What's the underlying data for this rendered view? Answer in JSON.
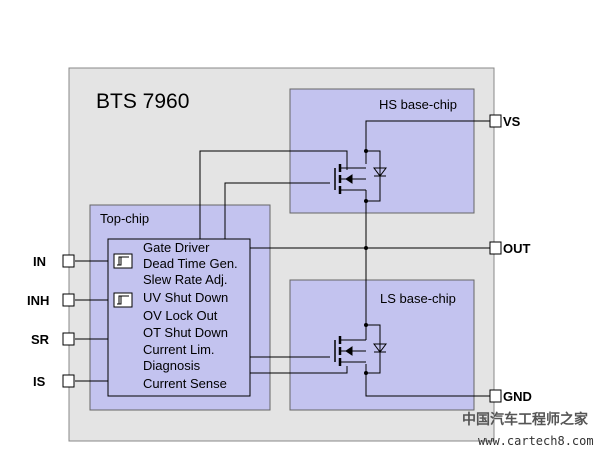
{
  "chip": {
    "title": "BTS 7960",
    "top_chip_label": "Top-chip",
    "hs_label": "HS base-chip",
    "ls_label": "LS base-chip"
  },
  "pins": {
    "left": [
      "IN",
      "INH",
      "SR",
      "IS"
    ],
    "vs": "VS",
    "out": "OUT",
    "gnd": "GND"
  },
  "functions": [
    "Gate Driver",
    "Dead Time Gen.",
    "Slew Rate Adj.",
    "UV Shut Down",
    "OV Lock Out",
    "OT Shut Down",
    "Current Lim.",
    "Diagnosis",
    "Current Sense"
  ],
  "watermark": {
    "line1": "中国汽车工程师之家",
    "line2": "www.cartech8.com"
  },
  "colors": {
    "package_fill": "#e4e4e4",
    "chip_fill": "#c3c3ef",
    "line": "#000000"
  }
}
